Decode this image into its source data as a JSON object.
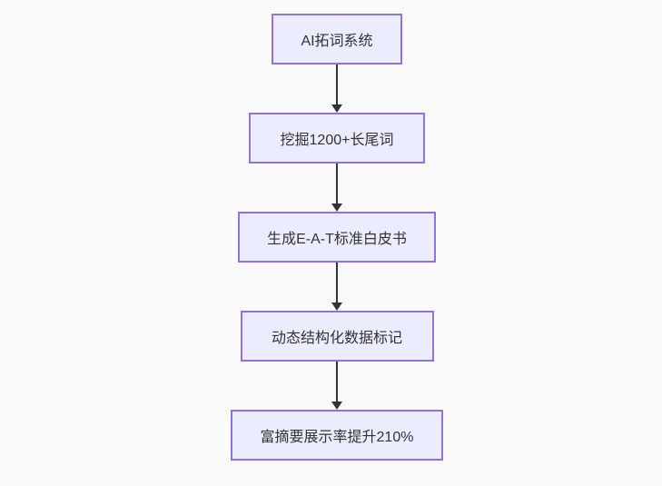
{
  "diagram": {
    "type": "flowchart",
    "direction": "top-down",
    "nodes": [
      {
        "id": "node-1",
        "label": "AI拓词系统"
      },
      {
        "id": "node-2",
        "label": "挖掘1200+长尾词"
      },
      {
        "id": "node-3",
        "label": "生成E-A-T标准白皮书"
      },
      {
        "id": "node-4",
        "label": "动态结构化数据标记"
      },
      {
        "id": "node-5",
        "label": "富摘要展示率提升210%"
      }
    ],
    "edges": [
      {
        "from": "node-1",
        "to": "node-2"
      },
      {
        "from": "node-2",
        "to": "node-3"
      },
      {
        "from": "node-3",
        "to": "node-4"
      },
      {
        "from": "node-4",
        "to": "node-5"
      }
    ],
    "colors": {
      "background": "#FAFAFA",
      "node_fill": "#ECECFF",
      "node_border": "#9370DB",
      "arrow": "#333333",
      "text": "#333333"
    }
  }
}
